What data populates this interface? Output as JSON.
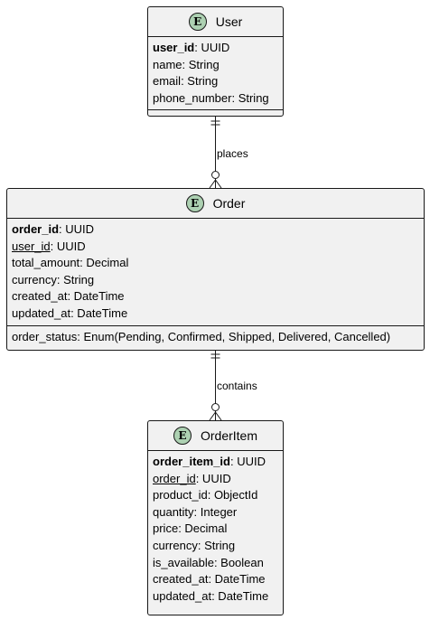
{
  "entities": {
    "user": {
      "badge": "E",
      "title": "User",
      "fields": [
        {
          "name": "user_id",
          "type": ": UUID",
          "style": "pk"
        },
        {
          "name": "name",
          "type": ": String",
          "style": "plain"
        },
        {
          "name": "email",
          "type": ": String",
          "style": "plain"
        },
        {
          "name": "phone_number",
          "type": ": String",
          "style": "plain"
        }
      ]
    },
    "order": {
      "badge": "E",
      "title": "Order",
      "fields": [
        {
          "name": "order_id",
          "type": ": UUID",
          "style": "pk"
        },
        {
          "name": "user_id",
          "type": ": UUID",
          "style": "fk"
        },
        {
          "name": "total_amount",
          "type": ": Decimal",
          "style": "plain"
        },
        {
          "name": "currency",
          "type": ": String",
          "style": "plain"
        },
        {
          "name": "created_at",
          "type": ": DateTime",
          "style": "plain"
        },
        {
          "name": "updated_at",
          "type": ": DateTime",
          "style": "plain"
        }
      ],
      "extra_fields": [
        {
          "name": "order_status",
          "type": ": Enum(Pending, Confirmed, Shipped, Delivered, Cancelled)",
          "style": "plain"
        }
      ]
    },
    "orderitem": {
      "badge": "E",
      "title": "OrderItem",
      "fields": [
        {
          "name": "order_item_id",
          "type": ": UUID",
          "style": "pk"
        },
        {
          "name": "order_id",
          "type": ": UUID",
          "style": "fk"
        },
        {
          "name": "product_id",
          "type": ": ObjectId",
          "style": "plain"
        },
        {
          "name": "quantity",
          "type": ": Integer",
          "style": "plain"
        },
        {
          "name": "price",
          "type": ": Decimal",
          "style": "plain"
        },
        {
          "name": "currency",
          "type": ": String",
          "style": "plain"
        },
        {
          "name": "is_available",
          "type": ": Boolean",
          "style": "plain"
        },
        {
          "name": "created_at",
          "type": ": DateTime",
          "style": "plain"
        },
        {
          "name": "updated_at",
          "type": ": DateTime",
          "style": "plain"
        }
      ]
    }
  },
  "relationships": [
    {
      "from": "User",
      "to": "Order",
      "label": "places",
      "from_cardinality": "exactly-one",
      "to_cardinality": "zero-or-many"
    },
    {
      "from": "Order",
      "to": "OrderItem",
      "label": "contains",
      "from_cardinality": "exactly-one",
      "to_cardinality": "zero-or-many"
    }
  ],
  "colors": {
    "entity_fill": "#f1f1f1",
    "border": "#181818",
    "badge_fill": "#add1b2"
  }
}
